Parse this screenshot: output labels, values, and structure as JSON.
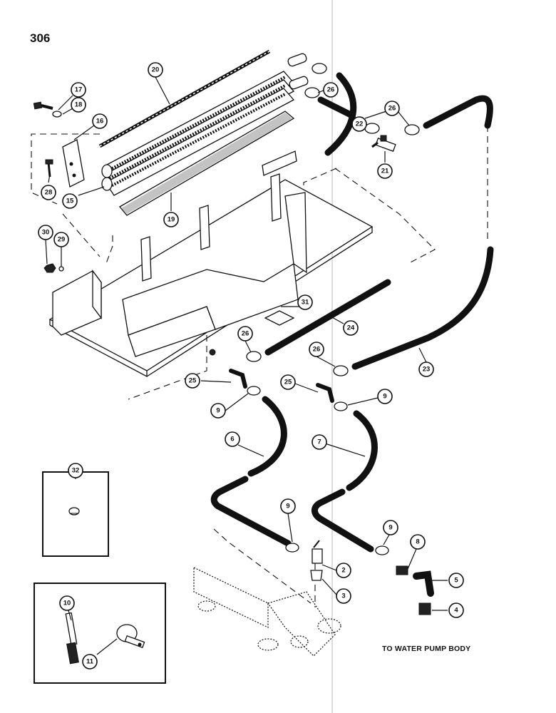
{
  "page_number": "306",
  "caption": "TO WATER PUMP BODY",
  "callouts": {
    "c2": "2",
    "c3": "3",
    "c4": "4",
    "c5": "5",
    "c6": "6",
    "c7": "7",
    "c8": "8",
    "c9a": "9",
    "c9b": "9",
    "c9c": "9",
    "c9d": "9",
    "c10": "10",
    "c11": "11",
    "c15": "15",
    "c16": "16",
    "c17": "17",
    "c18": "18",
    "c19": "19",
    "c20": "20",
    "c21": "21",
    "c22": "22",
    "c23": "23",
    "c24": "24",
    "c25a": "25",
    "c25b": "25",
    "c26a": "26",
    "c26b": "26",
    "c26c": "26",
    "c26d": "26",
    "c28": "28",
    "c29": "29",
    "c30": "30",
    "c31": "31",
    "c32": "32"
  }
}
